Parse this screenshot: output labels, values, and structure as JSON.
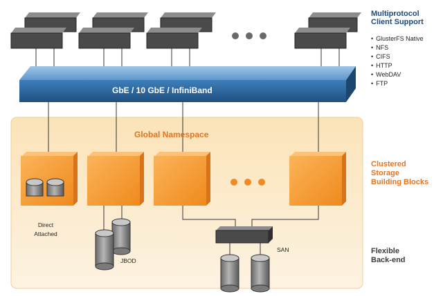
{
  "network_label": "GbE / 10 GbE / InfiniBand",
  "namespace_label": "Global Namespace",
  "client_support": {
    "title": "Multiprotocol\nClient Support",
    "protocols": [
      "GlusterFS Native",
      "NFS",
      "CIFS",
      "HTTP",
      "WebDAV",
      "FTP"
    ]
  },
  "clustered_label": "Clustered\nStorage\nBuilding Blocks",
  "backend_label": "Flexible\nBack-end",
  "storage": {
    "direct_label": "Direct\nAttached",
    "jbod_label": "JBOD",
    "san_label": "SAN"
  },
  "colors": {
    "bus": "#2f6ea6",
    "namespace_bg": "#fbe9c9",
    "block": "#f39a2e",
    "client": "#4a4a4a",
    "title_blue": "#1d4a7c",
    "accent_orange": "#e8731c"
  }
}
